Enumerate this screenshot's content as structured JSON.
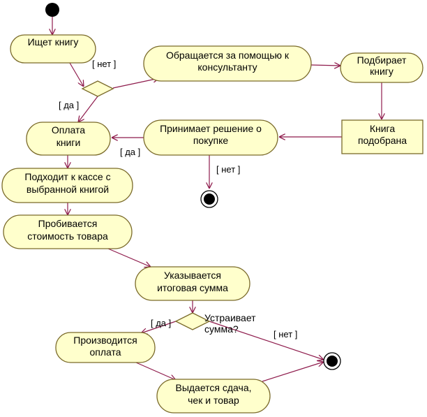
{
  "colors": {
    "activity_fill": "#ffffcc",
    "activity_stroke": "#7a6a2a",
    "edge": "#8e1b4c",
    "node": "#000000"
  },
  "activities": {
    "seeks_book": "Ищет книгу",
    "asks_consultant": [
      "Обращается за помощью к",
      "консультанту"
    ],
    "selects_book": [
      "Подбирает",
      "книгу"
    ],
    "book_selected": [
      "Книга",
      "подобрана"
    ],
    "decides_purchase": [
      "Принимает решение о",
      "покупке"
    ],
    "pays_book": [
      "Оплата",
      "книги"
    ],
    "goes_to_checkout": [
      "Подходит к кассе с",
      "выбранной книгой"
    ],
    "price_scanned": [
      "Пробивается",
      "стоимость товара"
    ],
    "total_shown": [
      "Указывается",
      "итоговая сумма"
    ],
    "payment_made": [
      "Производится",
      "оплата"
    ],
    "change_given": [
      "Выдается сдача,",
      "чек и товар"
    ]
  },
  "decision_question": [
    "Устраивает",
    "сумма?"
  ],
  "guards": {
    "no_1": "[ нет ]",
    "yes_1": "[ да ]",
    "yes_2": "[ да ]",
    "no_2": "[ нет ]",
    "yes_3": "[ да ]",
    "no_3": "[ нет ]"
  }
}
